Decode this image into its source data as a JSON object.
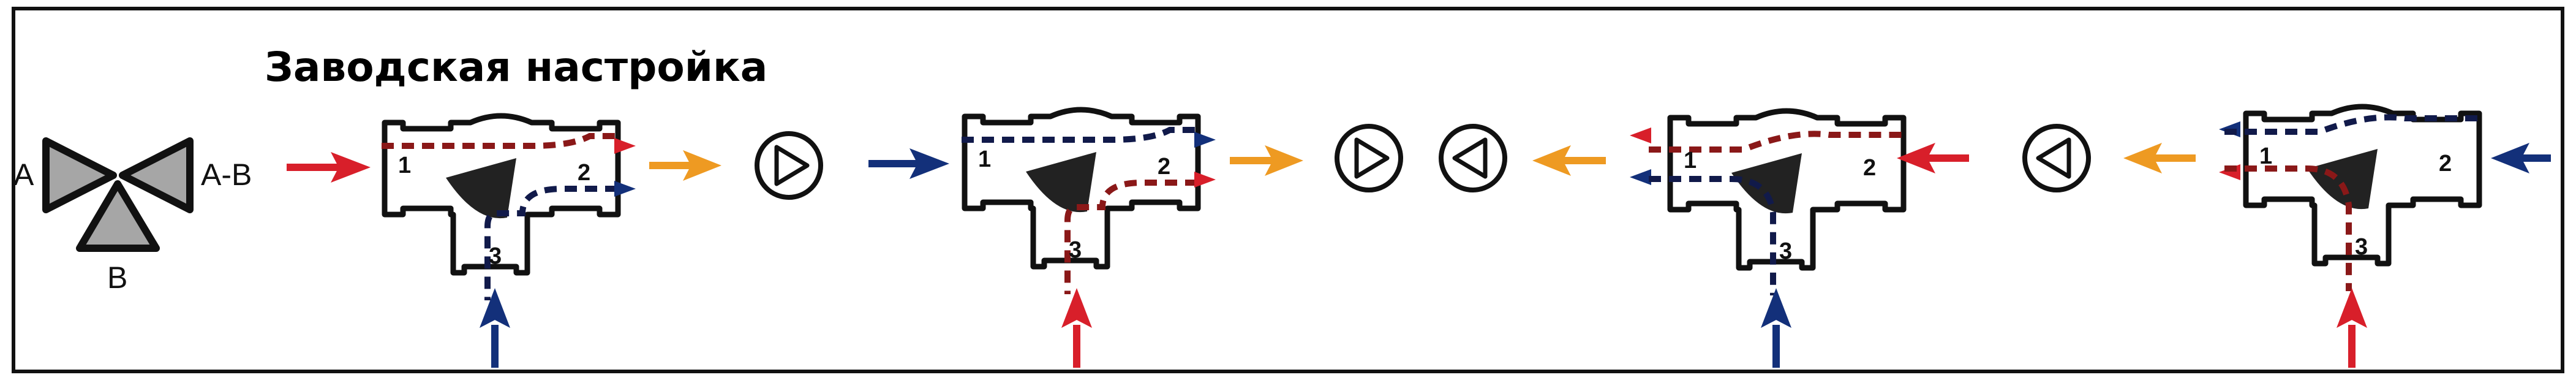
{
  "title": "Заводская настройка",
  "symbol": {
    "label_a": "A",
    "label_ab": "A-B",
    "label_b": "B"
  },
  "ports": {
    "p1": "1",
    "p2": "2",
    "p3": "3"
  },
  "colors": {
    "hot": "#d81f2a",
    "hot_dash": "#8a1818",
    "cold": "#13307a",
    "cold_dash": "#111a4a",
    "mixed": "#ee9a22",
    "outline": "#111111",
    "actuator": "#222222",
    "symbol_fill": "#a6a6a6"
  },
  "icons": [
    "three-way-valve-symbol-icon",
    "valve-body-icon",
    "pump-icon",
    "arrow-icon"
  ]
}
